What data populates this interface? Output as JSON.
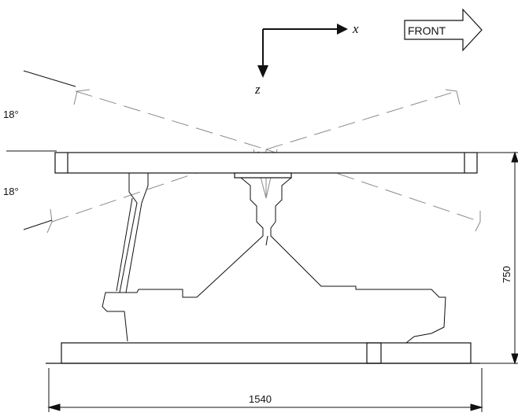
{
  "axes": {
    "x_label": "x",
    "z_label": "z"
  },
  "front_badge": {
    "label": "FRONT"
  },
  "angles": {
    "upper": "18°",
    "lower": "18°"
  },
  "dimensions": {
    "width": "1540",
    "height": "750"
  },
  "colors": {
    "structure": "#111111",
    "field_of_view": "#8a8a8a"
  }
}
